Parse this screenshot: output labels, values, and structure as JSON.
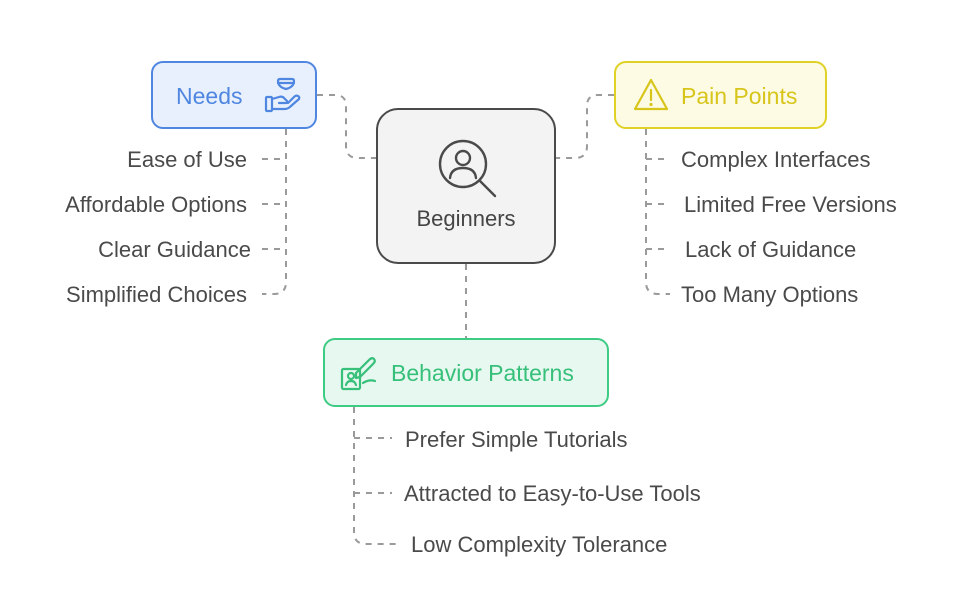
{
  "center": {
    "label": "Beginners",
    "icon": "user-search-icon"
  },
  "needs": {
    "title": "Needs",
    "icon": "hand-giving-icon",
    "color": "#4f86e0",
    "items": [
      "Ease of Use",
      "Affordable Options",
      "Clear Guidance",
      "Simplified Choices"
    ]
  },
  "pain_points": {
    "title": "Pain Points",
    "icon": "warning-icon",
    "color": "#e0d126",
    "items": [
      "Complex Interfaces",
      "Limited Free Versions",
      "Lack of Guidance",
      "Too Many Options"
    ]
  },
  "behavior_patterns": {
    "title": "Behavior Patterns",
    "icon": "id-card-pen-icon",
    "color": "#3ecb84",
    "items": [
      "Prefer Simple Tutorials",
      "Attracted to Easy-to-Use Tools",
      "Low Complexity Tolerance"
    ]
  }
}
